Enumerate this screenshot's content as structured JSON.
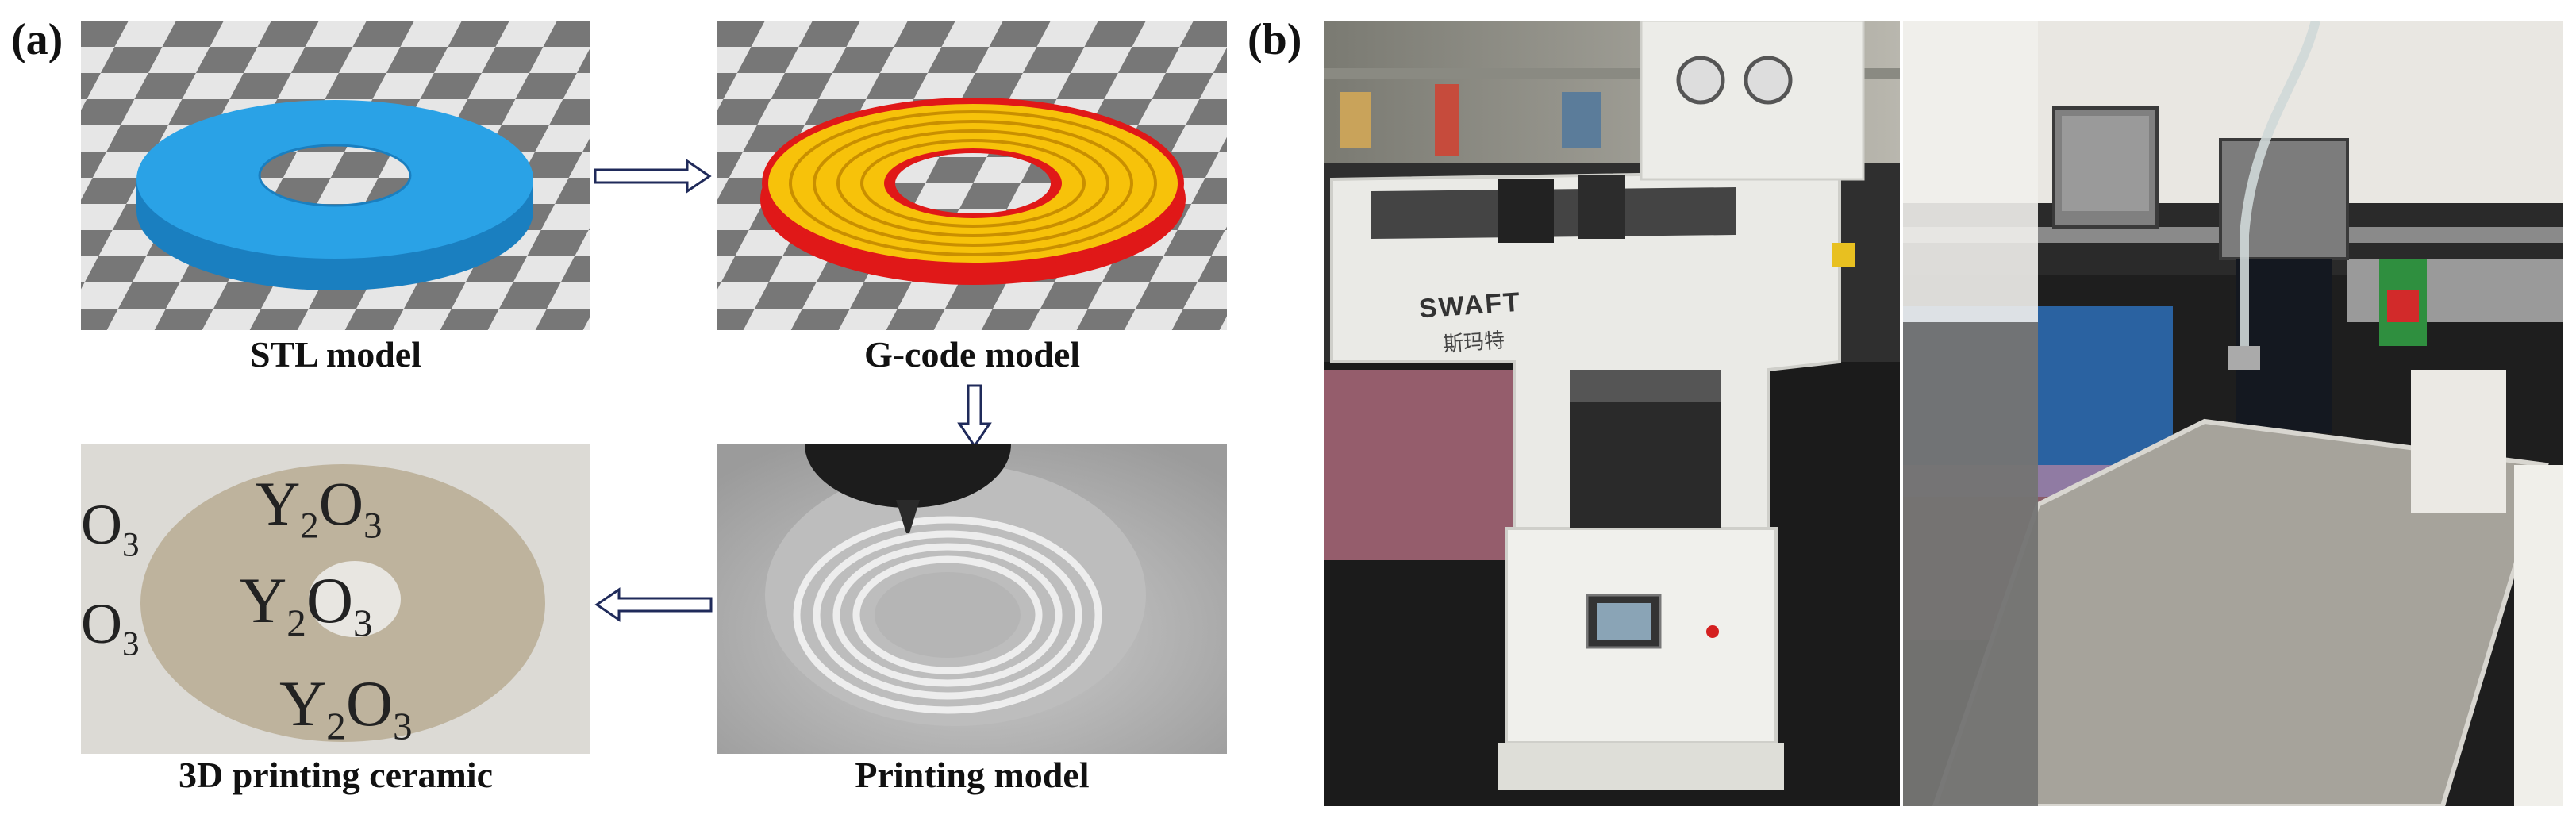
{
  "panel_a": {
    "letter": "(a)",
    "steps": [
      {
        "caption": "STL model"
      },
      {
        "caption": "G-code model"
      },
      {
        "caption": "Printing model"
      },
      {
        "caption": "3D printing ceramic"
      }
    ],
    "ceramic_text": [
      "Y2O3",
      "Y2O3",
      "Y2O3",
      "O3",
      "O3"
    ]
  },
  "panel_b": {
    "letter": "(b)",
    "printer_brand": "SWAFT",
    "printer_brand_cn": "斯玛特"
  },
  "colors": {
    "stl_blue": "#2aa2e6",
    "gcode_yellow": "#f7c20a",
    "gcode_red": "#e01818",
    "checker_dark": "#777777",
    "checker_light": "#e6e6e6",
    "arrow_outline": "#1f2a5a"
  }
}
